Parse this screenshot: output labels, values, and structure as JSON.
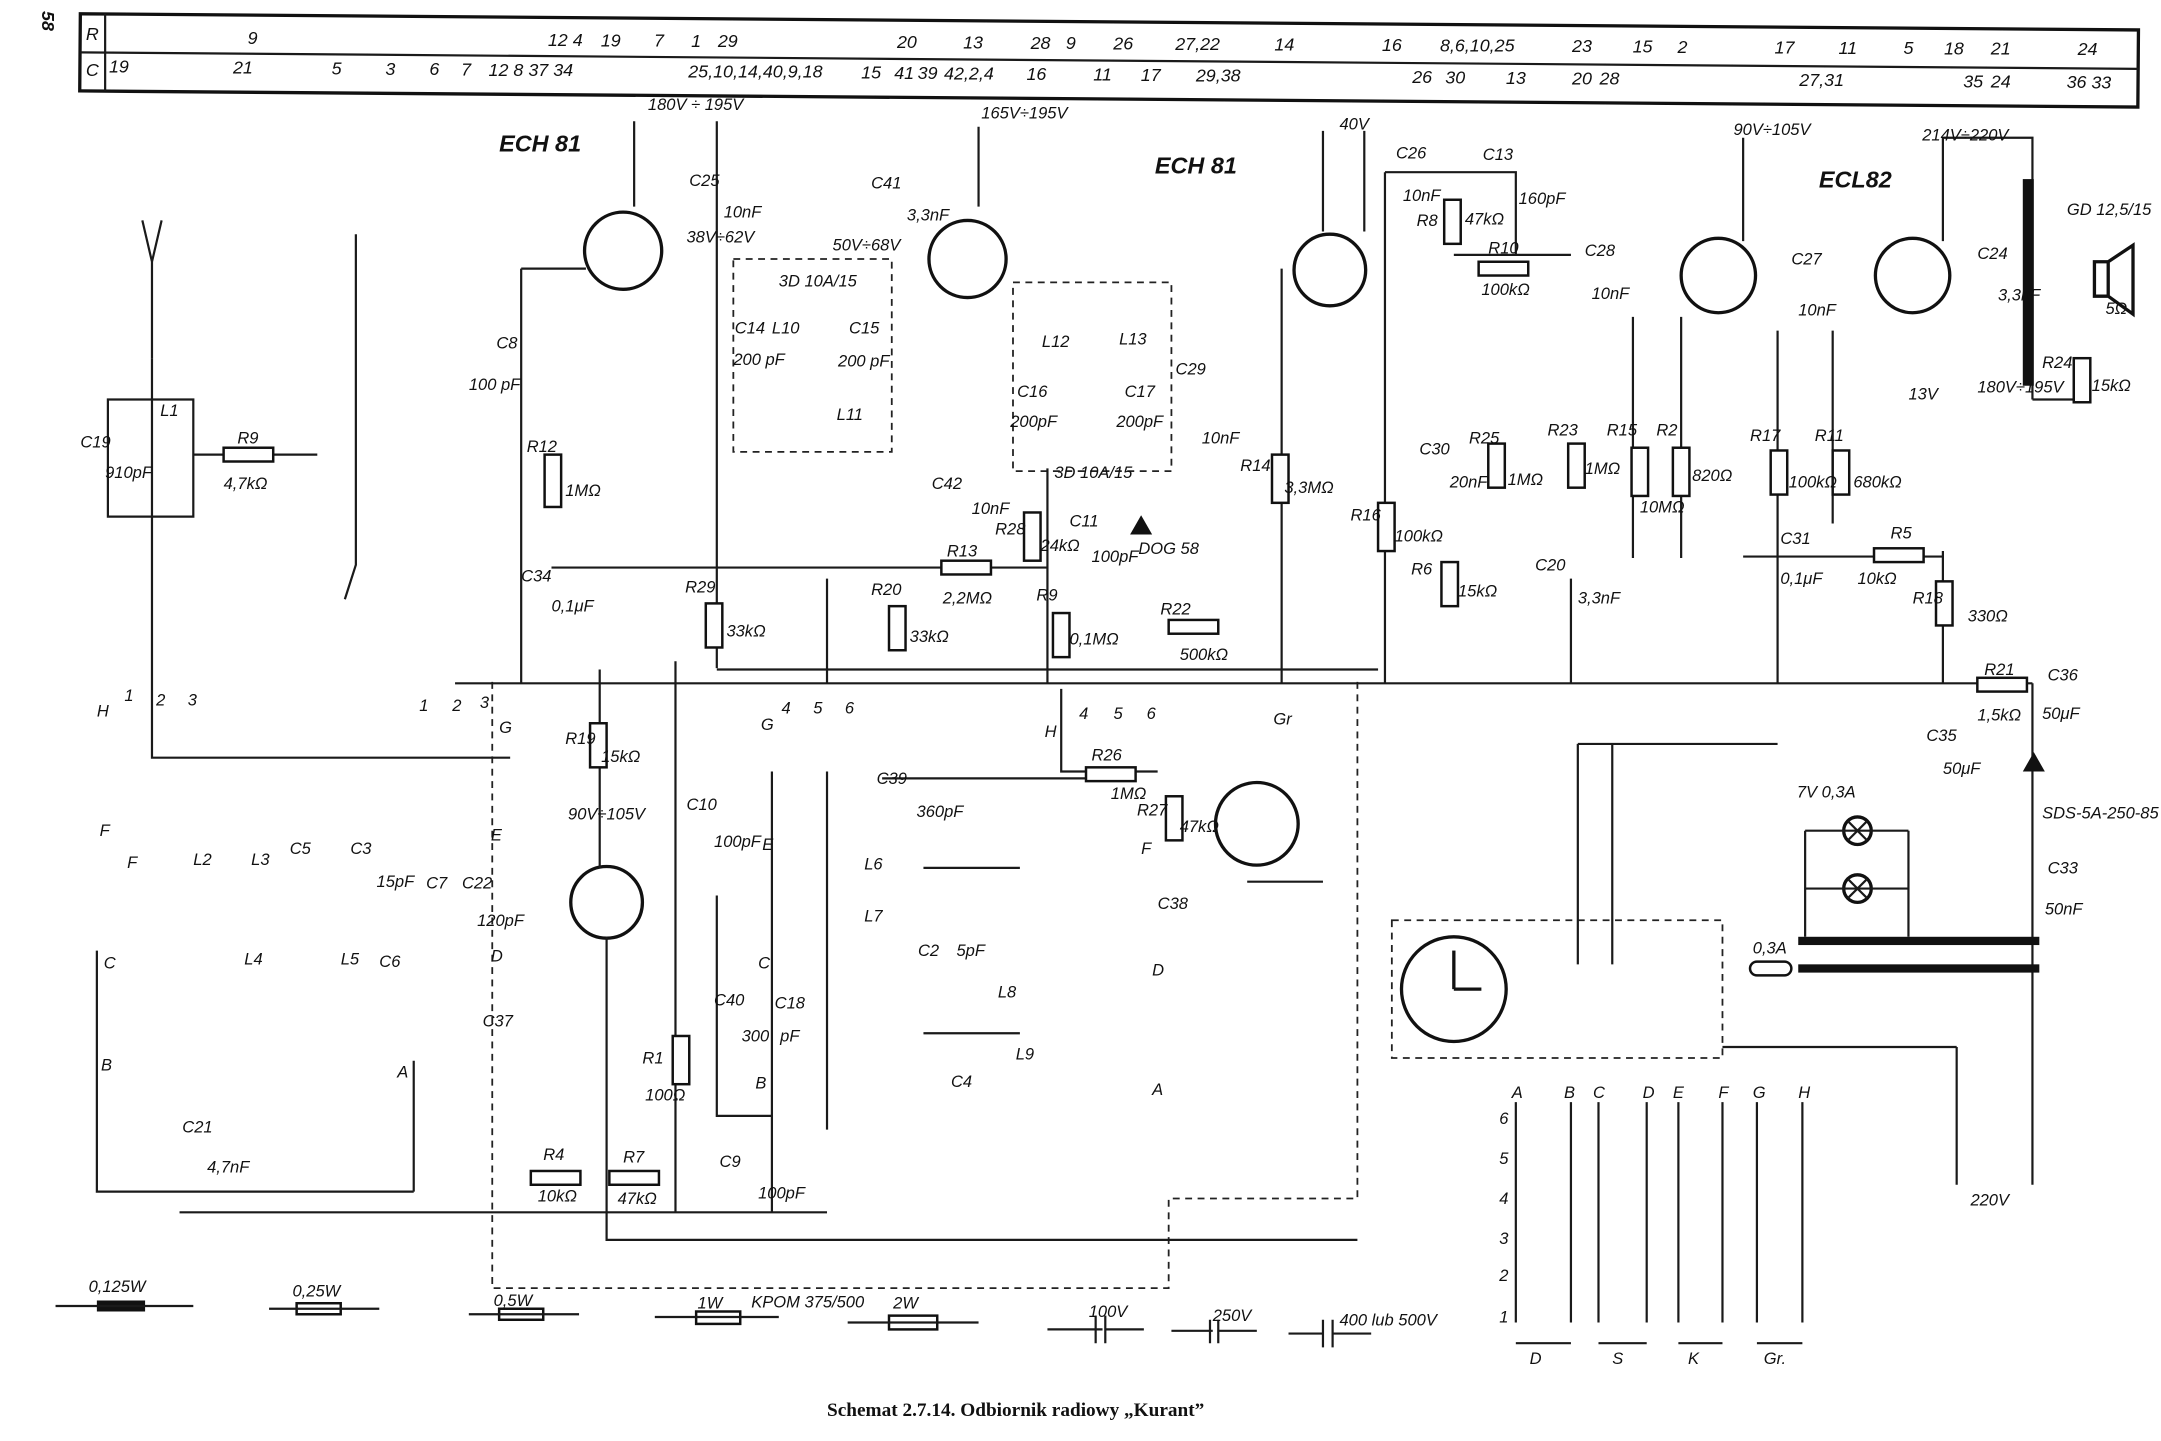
{
  "page_number": "58",
  "caption": "Schemat 2.7.14. Odbiornik radiowy „Kurant”",
  "header": {
    "row_labels": [
      "R",
      "C"
    ],
    "r_row": [
      "9",
      "12 4",
      "19",
      "7",
      "1",
      "29",
      "20",
      "13",
      "28",
      "9",
      "26",
      "27,22",
      "14",
      "16",
      "8,6,10,25",
      "23",
      "15",
      "2",
      "17",
      "11",
      "5",
      "18",
      "21",
      "24"
    ],
    "c_row": [
      "19",
      "21",
      "5",
      "3",
      "6",
      "7",
      "12 8 37 34",
      "25,10,14,40,9,18",
      "15",
      "41",
      "39",
      "42,2,4",
      "16",
      "11",
      "17",
      "29,38",
      "26",
      "30",
      "13",
      "20",
      "28",
      "27,31",
      "35",
      "24",
      "36",
      "33"
    ]
  },
  "labels": {
    "ech81_a": "ECH 81",
    "ech81_b": "ECH 81",
    "ecl82": "ECL82",
    "v1": "180V ÷ 195V",
    "v2": "165V÷195V",
    "v3": "40V",
    "v4": "90V÷105V",
    "v5": "214V÷220V",
    "v6": "50V÷68V",
    "v7": "38V÷62V",
    "v8": "90V÷105V",
    "v9": "13V",
    "v10": "180V÷195V",
    "c25": "C25",
    "c25v": "10nF",
    "c41": "C41",
    "c41v": "3,3nF",
    "if1": "3D 10A/15",
    "if2": "3D 10A/15",
    "c14": "C14",
    "c14v": "200 pF",
    "l10": "L10",
    "c15": "C15",
    "c15v": "200 pF",
    "l11": "L11",
    "l12": "L12",
    "l13": "L13",
    "c16": "C16",
    "c16v": "200pF",
    "c17": "C17",
    "c17v": "200pF",
    "c8": "C8",
    "c8v": "100 pF",
    "r12": "R12",
    "r12v": "1MΩ",
    "c34": "C34",
    "c34v": "0,1μF",
    "c19": "C19",
    "c19v": "910pF",
    "l1": "L1",
    "r9a": "R9",
    "r9av": "4,7kΩ",
    "c42": "C42",
    "c42v": "10nF",
    "r13": "R13",
    "r13v": "2,2MΩ",
    "r28": "R28",
    "r28v": "24kΩ",
    "c11": "C11",
    "c11v": "100pF",
    "dog": "DOG 58",
    "c29": "C29",
    "c29v": "10nF",
    "r14": "R14",
    "r14v": "3,3MΩ",
    "r29": "R29",
    "r29v": "33kΩ",
    "r20": "R20",
    "r20v": "33kΩ",
    "r9b": "R9",
    "r9bv": "0,1MΩ",
    "r22": "R22",
    "r22v": "500kΩ",
    "c26": "C26",
    "c26v": "10nF",
    "r8": "R8",
    "r8v": "47kΩ",
    "c13": "C13",
    "c13v": "160pF",
    "r10": "R10",
    "r10v": "100kΩ",
    "c28": "C28",
    "c28v": "10nF",
    "r16": "R16",
    "r16v": "100kΩ",
    "r6": "R6",
    "r6v": "15kΩ",
    "c30": "C30",
    "c30v": "20nF",
    "r25": "R25",
    "r25v": "1MΩ",
    "r23": "R23",
    "r23v": "1MΩ",
    "c20": "C20",
    "c20v": "3,3nF",
    "r15": "R15",
    "r15v": "10MΩ",
    "r2": "R2",
    "r2v": "820Ω",
    "c27": "C27",
    "c27v": "10nF",
    "r17": "R17",
    "r17v": "100kΩ",
    "r11": "R11",
    "r11v": "680kΩ",
    "c31": "C31",
    "c31v": "0,1μF",
    "r5": "R5",
    "r5v": "10kΩ",
    "r18": "R18",
    "r18v": "330Ω",
    "c24": "C24",
    "c24v": "3,3nF",
    "gd": "GD 12,5/15",
    "ohm5": "5Ω",
    "r24": "R24",
    "r24v": "15kΩ",
    "r21": "R21",
    "r21v": "1,5kΩ",
    "c36": "C36",
    "c36v": "50μF",
    "c35": "C35",
    "c35v": "50μF",
    "sds": "SDS-5A-250-85",
    "c33": "C33",
    "c33v": "50nF",
    "lamp": "7V 0,3A",
    "fuse": "0,3A",
    "mains": "220V",
    "h": "H",
    "f": "F",
    "gr": "Gr",
    "r19": "R19",
    "r19v": "15kΩ",
    "c10": "C10",
    "c10v": "100pF",
    "c39": "C39",
    "c39v": "360pF",
    "l6": "L6",
    "l7": "L7",
    "c2": "C2",
    "c2v": "5pF",
    "l8": "L8",
    "l9": "L9",
    "c4": "C4",
    "c40": "C40",
    "c40v": "300",
    "c18": "C18",
    "c18v": "pF",
    "r26": "R26",
    "r26v": "1MΩ",
    "r27": "R27",
    "r27v": "47kΩ",
    "c38": "C38",
    "c5": "C5",
    "c3": "C3",
    "c3v": "15pF",
    "l2": "L2",
    "l3": "L3",
    "c7": "C7",
    "c22": "C22",
    "c22v": "120pF",
    "l4": "L4",
    "l5": "L5",
    "c6": "C6",
    "c37": "C37",
    "r1": "R1",
    "r1v": "100Ω",
    "c21": "C21",
    "c21v": "4,7nF",
    "r4": "R4",
    "r4v": "10kΩ",
    "r7": "R7",
    "r7v": "47kΩ",
    "c9": "C9",
    "c9v": "100pF",
    "kpom": "KPOM 375/500",
    "lg1": "0,125W",
    "lg2": "0,25W",
    "lg3": "0,5W",
    "lg4": "1W",
    "lg5": "2W",
    "lg6": "100V",
    "lg7": "250V",
    "lg8": "400 lub 500V",
    "sw_a": "A",
    "sw_b": "B",
    "sw_c": "C",
    "sw_d": "D",
    "sw_e": "E",
    "sw_f": "F",
    "sw_g": "G",
    "sw_h": "H",
    "sw_bot_d": "D",
    "sw_bot_s": "S",
    "sw_bot_k": "K",
    "sw_bot_gr": "Gr.",
    "row6": "6",
    "row5": "5",
    "row4": "4",
    "row3": "3",
    "row2": "2",
    "row1": "1",
    "p1": "1",
    "p2": "2",
    "p3": "3",
    "p4": "1",
    "p5": "2",
    "p6": "3",
    "p7": "G",
    "q4": "4",
    "q5": "5",
    "q6": "6",
    "qg": "G",
    "qe": "E",
    "qh": "H",
    "q4b": "4",
    "q5b": "5",
    "q6b": "6",
    "ca": "A",
    "cb": "B",
    "cc": "C",
    "cd": "D",
    "ce": "E",
    "cf": "F",
    "cf2": "F",
    "cd2": "D",
    "ca2": "A",
    "cb2": "B",
    "cc2": "C"
  }
}
